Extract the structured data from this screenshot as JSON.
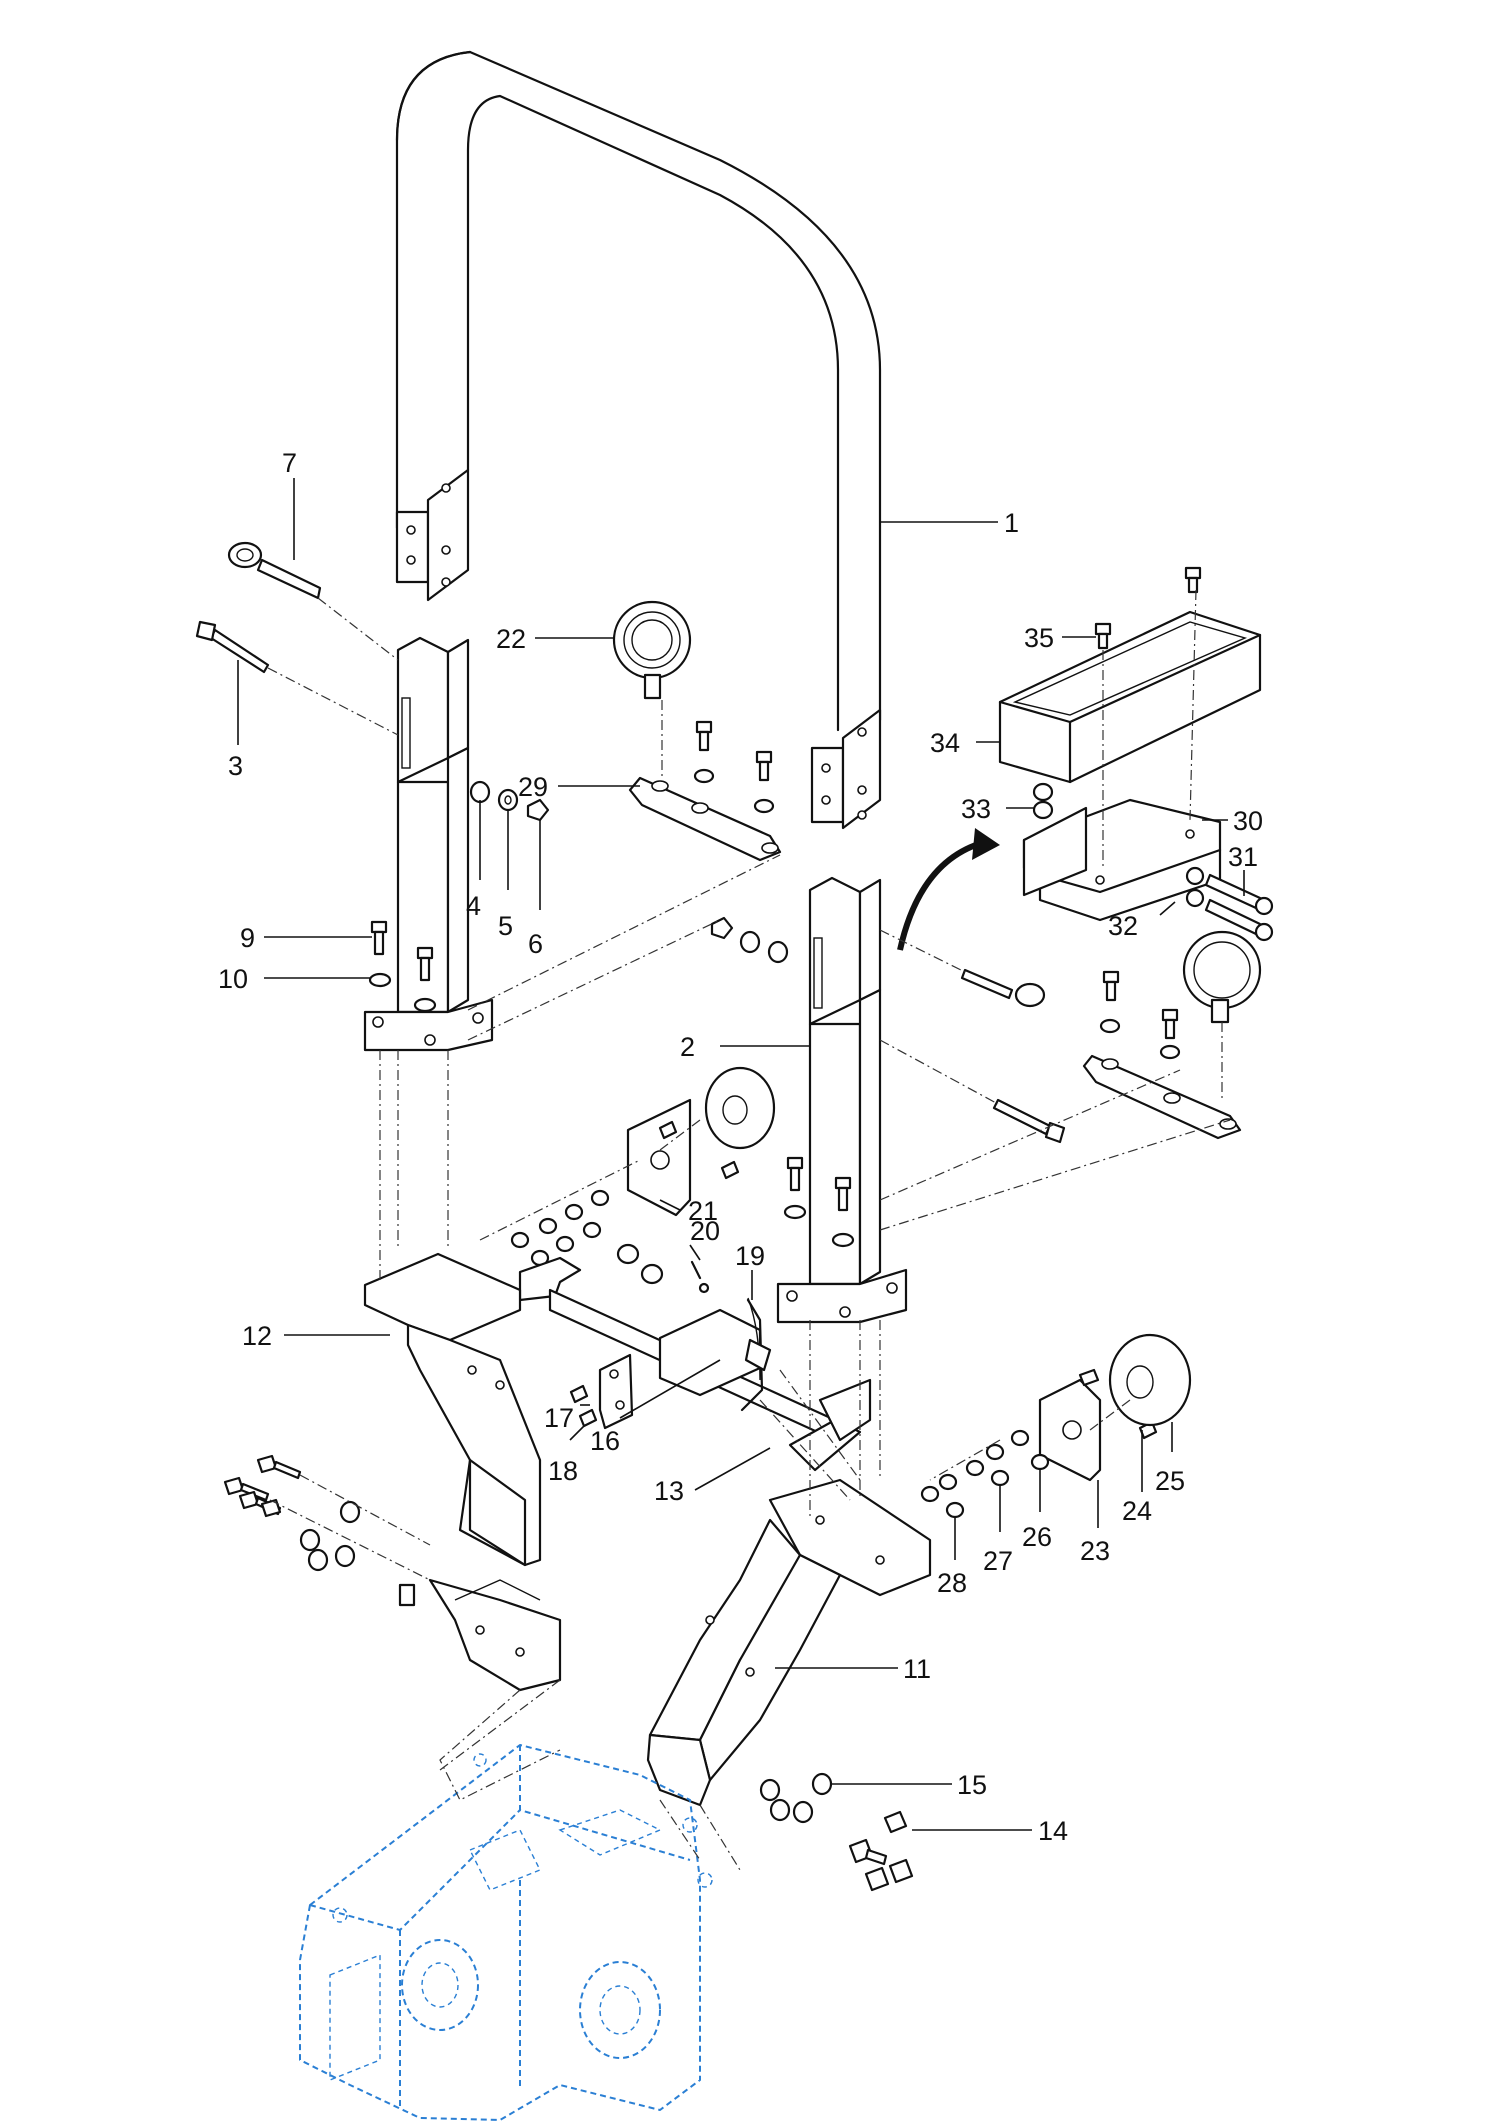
{
  "diagram": {
    "type": "exploded-parts-view",
    "subject": "rollover protective frame assembly with work lights and tool box",
    "highlight_color": "#2a7fd4",
    "line_color": "#111111",
    "callouts": [
      "1",
      "2",
      "3",
      "4",
      "5",
      "6",
      "7",
      "9",
      "10",
      "11",
      "12",
      "13",
      "14",
      "15",
      "16",
      "17",
      "18",
      "19",
      "20",
      "21",
      "22",
      "23",
      "24",
      "25",
      "26",
      "27",
      "28",
      "29",
      "30",
      "31",
      "32",
      "33",
      "34",
      "35"
    ]
  }
}
